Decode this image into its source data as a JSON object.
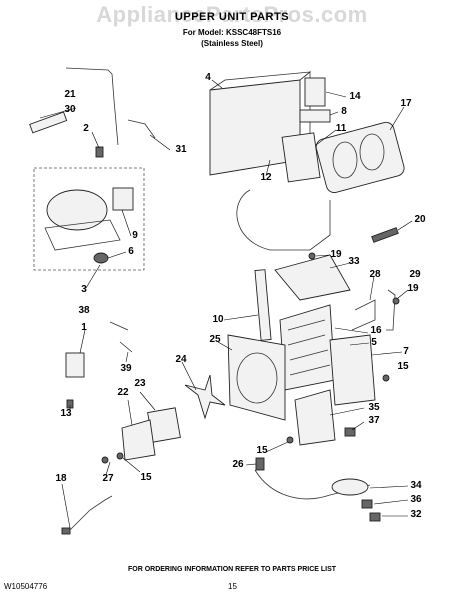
{
  "header": {
    "watermark": "AppliancePartsPros.com",
    "title": "UPPER UNIT PARTS",
    "model_line": "For Model: KSSC48FTS16",
    "variant_line": "(Stainless Steel)"
  },
  "callouts": [
    "21",
    "30",
    "2",
    "31",
    "9",
    "6",
    "3",
    "4",
    "14",
    "8",
    "17",
    "11",
    "12",
    "20",
    "19",
    "33",
    "28",
    "29",
    "19",
    "10",
    "16",
    "5",
    "7",
    "15",
    "25",
    "24",
    "35",
    "37",
    "15",
    "26",
    "38",
    "1",
    "39",
    "23",
    "22",
    "13",
    "27",
    "15",
    "18",
    "34",
    "36",
    "32"
  ],
  "footer": {
    "note": "FOR ORDERING INFORMATION REFER TO PARTS PRICE LIST",
    "doc_number": "W10504776",
    "page_number": "15"
  }
}
